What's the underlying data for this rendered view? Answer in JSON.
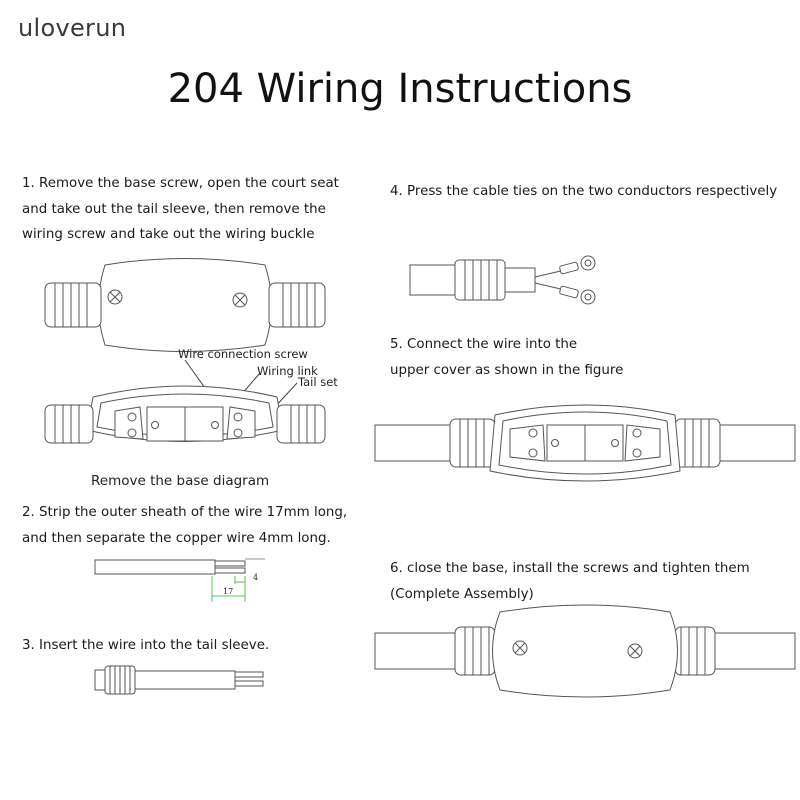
{
  "brand": "uloverun",
  "title": "204 Wiring Instructions",
  "steps": [
    {
      "lines": [
        "1. Remove the base screw, open the court seat",
        "and take out the tail sleeve, then remove the",
        "wiring screw and take out the wiring buckle"
      ]
    },
    {
      "lines": [
        "2. Strip the outer sheath of the wire 17mm long,",
        "and then separate the copper wire 4mm long."
      ]
    },
    {
      "lines": [
        "3. Insert the wire into the tail sleeve."
      ]
    },
    {
      "lines": [
        "4. Press the cable ties on the two conductors respectively"
      ]
    },
    {
      "lines": [
        "5. Connect the wire into the",
        "upper cover as shown in the figure"
      ]
    },
    {
      "lines": [
        "6. close the base, install the screws and tighten them",
        " (Complete Assembly)"
      ]
    }
  ],
  "figure1": {
    "callouts": {
      "screw": "Wire connection screw",
      "link": "Wiring link",
      "tail": "Tail set"
    },
    "caption": "Remove the base diagram"
  },
  "figure2": {
    "dim_copper": "4",
    "dim_sheath": "17"
  }
}
